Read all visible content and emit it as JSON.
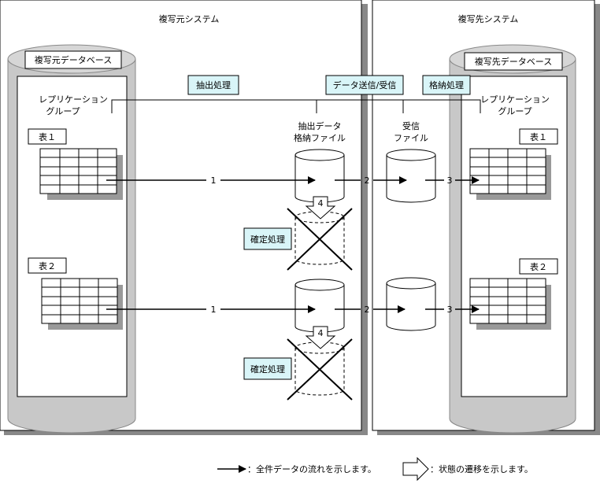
{
  "source_system": {
    "title": "複写元システム",
    "database": "複写元データベース",
    "group_label_1": "レプリケーション",
    "group_label_2": "グループ",
    "table_1": "表１",
    "table_2": "表２"
  },
  "target_system": {
    "title": "複写先システム",
    "database": "複写先データベース",
    "group_label_1": "レプリケーション",
    "group_label_2": "グループ",
    "table_1": "表１",
    "table_2": "表２"
  },
  "process": {
    "extract": "抽出処理",
    "send_receive": "データ送信/受信",
    "store": "格納処理",
    "confirm_1": "確定処理",
    "confirm_2": "確定処理"
  },
  "files": {
    "extract_file_1": "抽出データ",
    "extract_file_2": "格納ファイル",
    "receive_file_1": "受信",
    "receive_file_2": "ファイル"
  },
  "step_numbers": {
    "s1_row1": "1",
    "s2_row1": "2",
    "s3_row1": "3",
    "s4_row1": "4",
    "s1_row2": "1",
    "s2_row2": "2",
    "s3_row2": "3",
    "s4_row2": "4"
  },
  "legend": {
    "arrow_text": "：全件データの流れを示します。",
    "transition_text": "：状態の遷移を示します。"
  },
  "colors": {
    "label_box_fill": "#d9f5f8",
    "cylinder_gray": "#c8c8c8",
    "shadow_gray": "#9a9a9a"
  }
}
